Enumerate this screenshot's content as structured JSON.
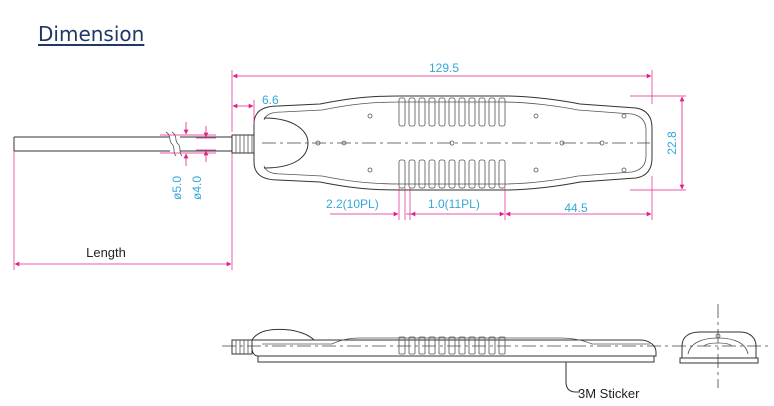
{
  "heading": "Dimension",
  "dimensions": {
    "overall_length": "129.5",
    "nose_offset": "6.6",
    "height": "22.8",
    "outer_diameter": "ø5.0",
    "inner_diameter": "ø4.0",
    "rib_spacing_left": "2.2(10PL)",
    "rib_spacing_right": "1.0(11PL)",
    "tail_length": "44.5",
    "cable_length": "Length"
  },
  "annotations": {
    "sticker": "3M Sticker"
  },
  "colors": {
    "heading": "#1f3864",
    "dimension_text": "#33a8d8",
    "dimension_line": "#e0218a",
    "outline": "#333333"
  }
}
